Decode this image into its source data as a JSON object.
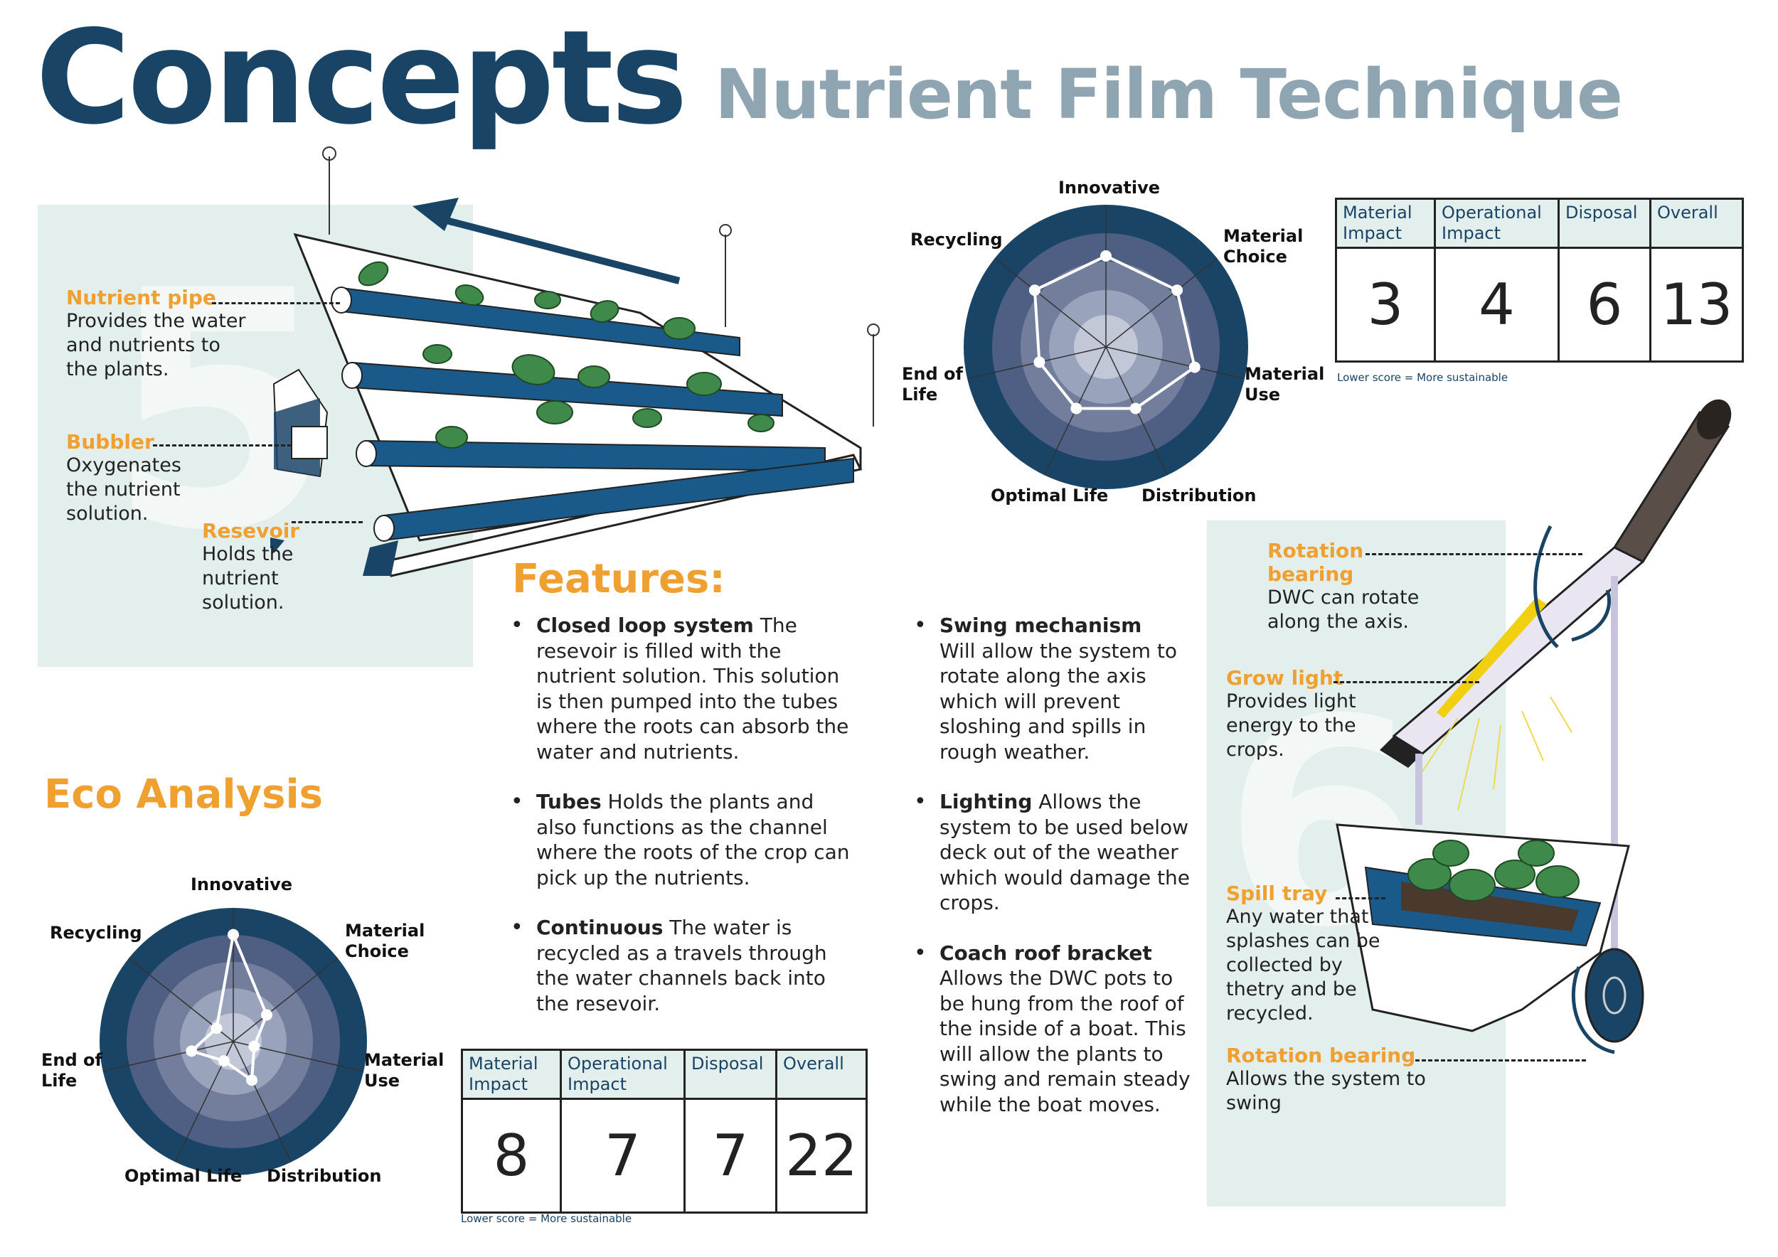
{
  "header": {
    "title": "Concepts",
    "subtitle": "Nutrient Film Technique"
  },
  "nft_panel": {
    "watermark": "5",
    "callouts": [
      {
        "label": "Nutrient pipe",
        "text": "Provides the water and nutrients to the plants."
      },
      {
        "label": "Bubbler",
        "text": "Oxygenates the nutrient solution."
      },
      {
        "label": "Resevoir",
        "text": "Holds the nutrient solution."
      }
    ]
  },
  "features": {
    "heading": "Features:",
    "left": [
      {
        "title": "Closed loop system",
        "text": " The resevoir is filled with the nutrient solution. This solution is then pumped into the tubes where the roots can absorb the water and nutrients."
      },
      {
        "title": "Tubes",
        "text": " Holds the plants and also functions as the channel where the roots of the crop can pick up the nutrients."
      },
      {
        "title": "Continuous",
        "text": " The water is recycled as a travels through the water channels back into the resevoir."
      }
    ],
    "right": [
      {
        "title": "Swing mechanism",
        "text": " Will allow the system to rotate along the axis which will prevent sloshing and spills in rough weather."
      },
      {
        "title": "Lighting",
        "text": " Allows the system to be used below deck out of the weather which would damage the crops."
      },
      {
        "title": "Coach roof bracket",
        "text": " Allows the DWC pots to be hung from the roof of the inside of a boat. This will allow the plants to swing and remain steady while the boat moves."
      }
    ]
  },
  "eco": {
    "heading": "Eco Analysis"
  },
  "radar_top": {
    "labels": [
      "Innovative",
      "Material Choice",
      "Material Use",
      "Distribution",
      "Optimal Life",
      "End of Life",
      "Recycling"
    ],
    "values": [
      4,
      4,
      4,
      3,
      3,
      3,
      4
    ],
    "max": 5
  },
  "radar_bottom": {
    "labels": [
      "Innovative",
      "Material Choice",
      "Material Use",
      "Distribution",
      "Optimal Life",
      "End of Life",
      "Recycling"
    ],
    "values": [
      5,
      2,
      1,
      2,
      1,
      2,
      1
    ],
    "max": 5
  },
  "score_top": {
    "headers": [
      "Material Impact",
      "Operational Impact",
      "Disposal",
      "Overall"
    ],
    "values": [
      "3",
      "4",
      "6",
      "13"
    ],
    "note": "Lower score = More sustainable"
  },
  "score_bottom": {
    "headers": [
      "Material Impact",
      "Operational Impact",
      "Disposal",
      "Overall"
    ],
    "values": [
      "8",
      "7",
      "7",
      "22"
    ],
    "note": "Lower score = More sustainable"
  },
  "dwc_panel": {
    "watermark": "6",
    "callouts": [
      {
        "label": "Rotation bearing",
        "text": "DWC can rotate along the axis."
      },
      {
        "label": "Grow light",
        "text": "Provides light energy to the crops."
      },
      {
        "label": "Spill tray",
        "text": "Any water that splashes can be collected by thetry and be recycled."
      },
      {
        "label": "Rotation bearing",
        "text": "Allows the system to swing"
      }
    ]
  },
  "colors": {
    "navy": "#1a4466",
    "grey_blue": "#8fa5b2",
    "orange": "#f0a030",
    "panel": "#e3efed"
  }
}
